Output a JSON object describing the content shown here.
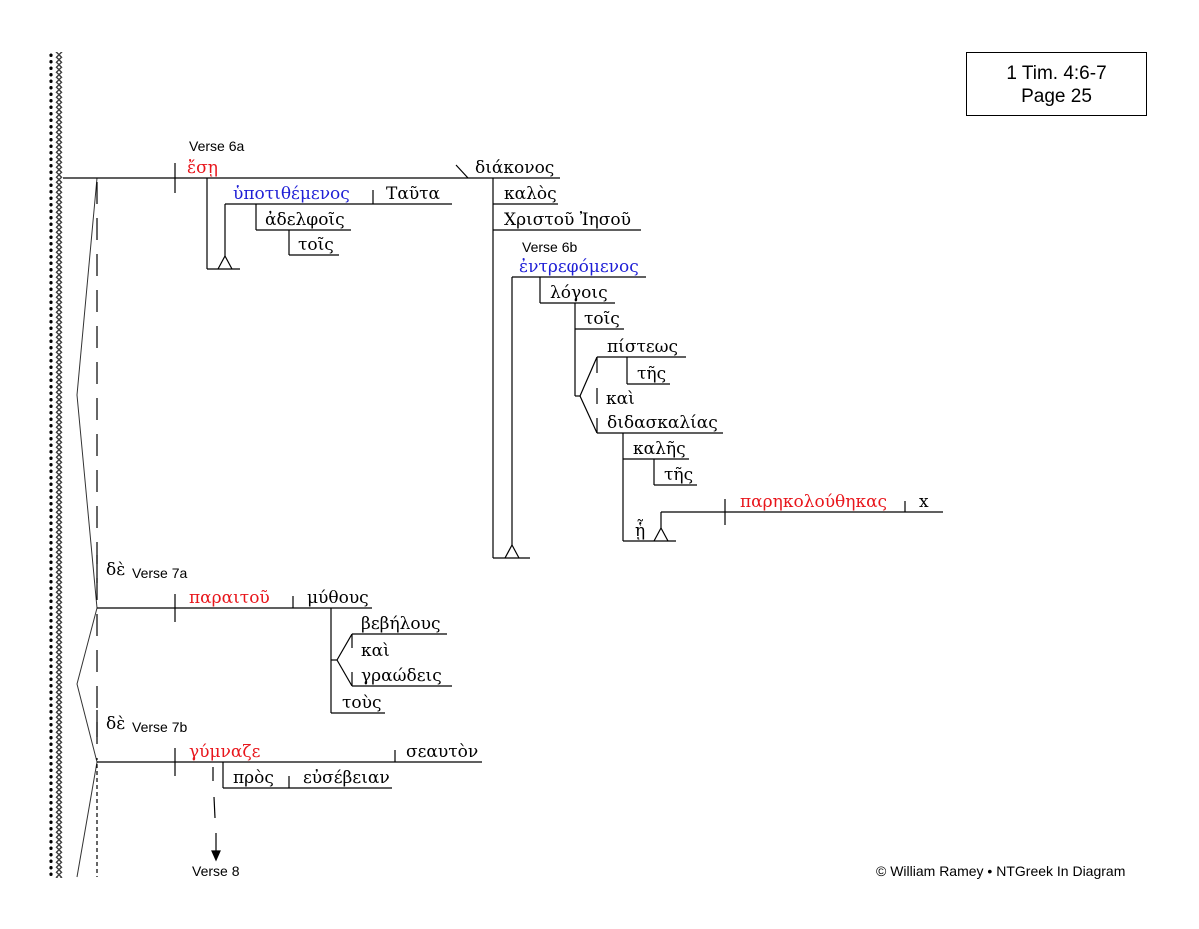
{
  "reference": {
    "passage": "1 Tim. 4:6-7",
    "page": "Page 25"
  },
  "copyright": "© William Ramey • NTGreek In Diagram",
  "colors": {
    "verb": "#e8161c",
    "participle": "#1f1fd6",
    "text": "#000000"
  },
  "verse_labels": {
    "v6a": "Verse 6a",
    "v6b": "Verse 6b",
    "v7a": "Verse 7a",
    "v7b": "Verse 7b",
    "v8": "Verse 8"
  },
  "verse6a": {
    "verb": "ἔσῃ",
    "predicate": "διάκονος",
    "predicate_modifiers": [
      "καλὸς",
      "Χριστοῦ Ἰησοῦ"
    ],
    "participle": "ὑποτιθέμενος",
    "object": "Ταῦτα",
    "indirect_object": "ἀδελφοῖς",
    "article": "τοῖς"
  },
  "verse6b": {
    "participle": "ἐντρεφόμενος",
    "object": "λόγοις",
    "article": "τοῖς",
    "compound": {
      "first": "πίστεως",
      "first_article": "τῆς",
      "conjunction": "καὶ",
      "second": "διδασκαλίας",
      "second_modifier": "καλῆς",
      "second_article": "τῆς"
    },
    "relative": "ᾗ",
    "relative_verb": "παρηκολούθηκας",
    "relative_object": "x"
  },
  "verse7a": {
    "conjunction": "δὲ",
    "verb": "παραιτοῦ",
    "object": "μύθους",
    "modifiers": [
      "βεβήλους",
      "καὶ",
      "γραώδεις"
    ],
    "article": "τοὺς"
  },
  "verse7b": {
    "conjunction": "δὲ",
    "verb": "γύμναζε",
    "object": "σεαυτὸν",
    "preposition": "πρὸς",
    "prep_object": "εὐσέβειαν"
  }
}
